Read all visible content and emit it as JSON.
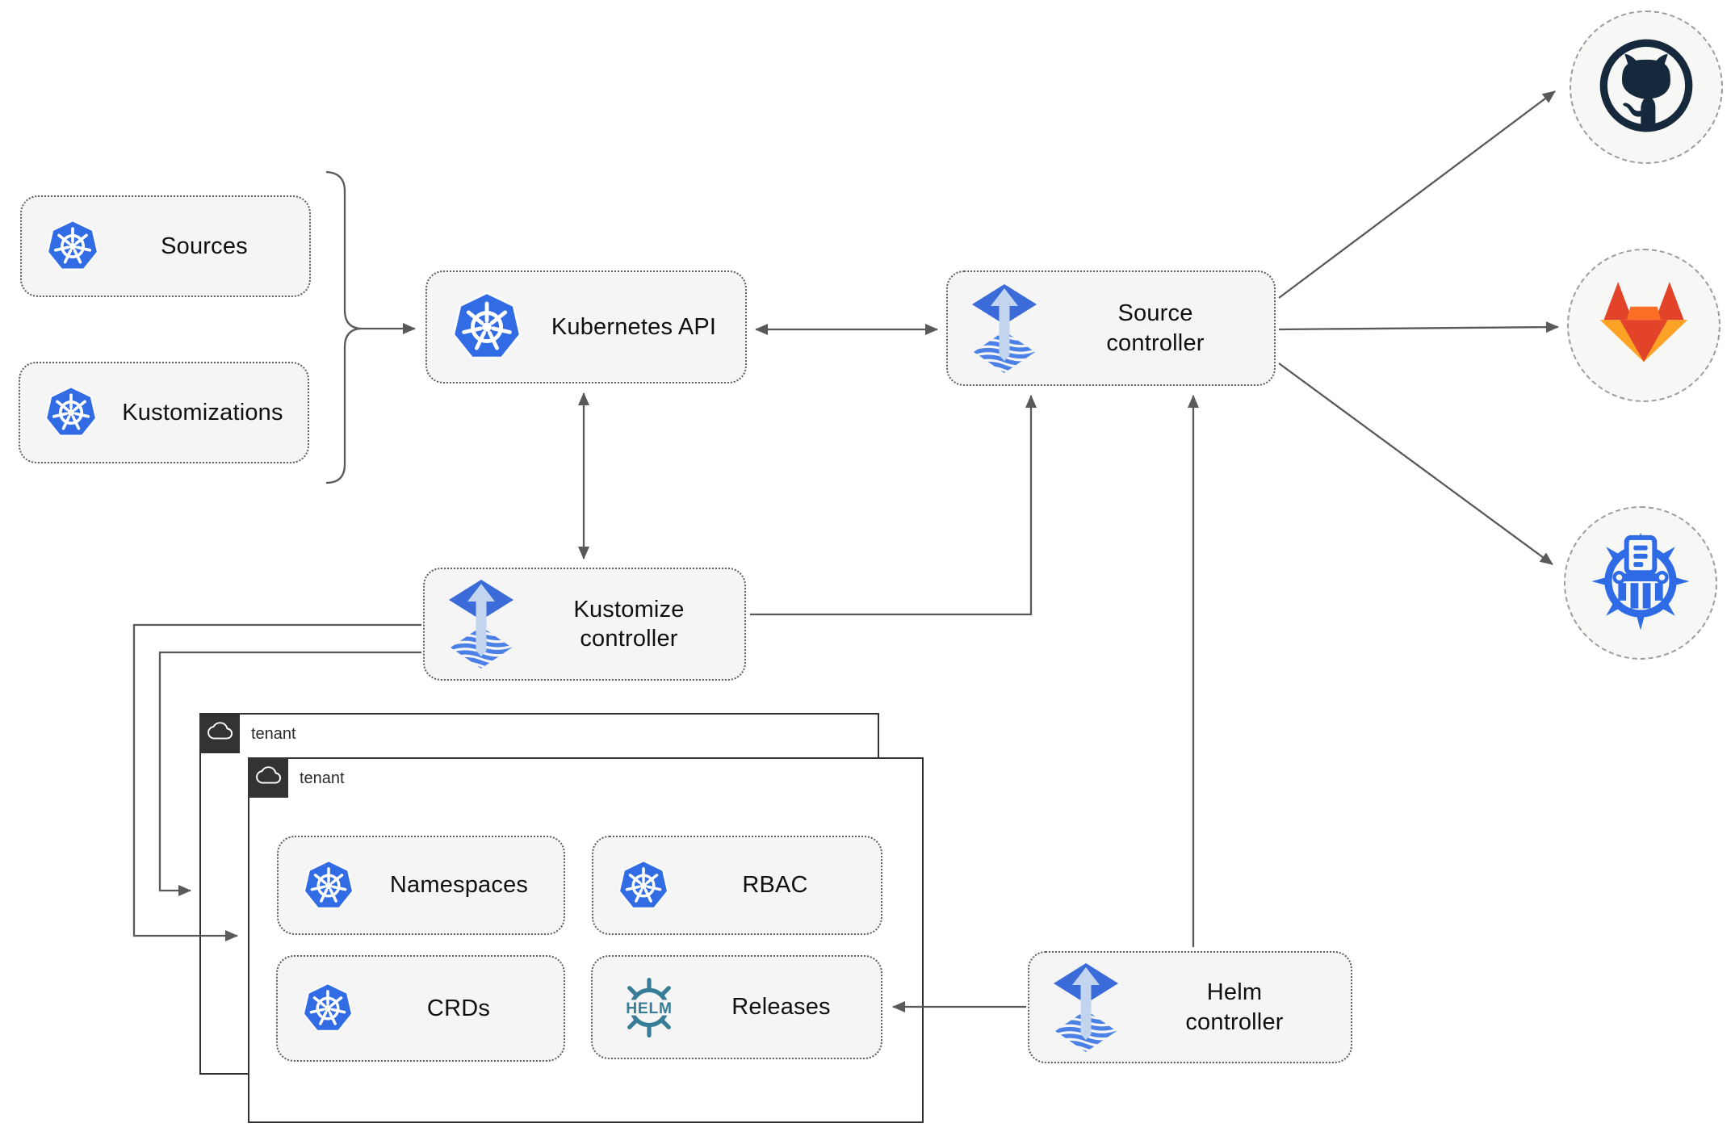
{
  "nodes": {
    "sources": {
      "label": "Sources",
      "icon": "kubernetes-icon"
    },
    "kustomizations": {
      "label": "Kustomizations",
      "icon": "kubernetes-icon"
    },
    "kubernetes_api": {
      "label": "Kubernetes API",
      "icon": "kubernetes-icon"
    },
    "source_controller": {
      "label": "Source controller",
      "icon": "flux-icon"
    },
    "kustomize_controller": {
      "label": "Kustomize controller",
      "icon": "flux-icon"
    },
    "helm_controller": {
      "label": "Helm controller",
      "icon": "flux-icon"
    },
    "namespaces": {
      "label": "Namespaces",
      "icon": "kubernetes-icon"
    },
    "rbac": {
      "label": "RBAC",
      "icon": "kubernetes-icon"
    },
    "crds": {
      "label": "CRDs",
      "icon": "kubernetes-icon"
    },
    "releases": {
      "label": "Releases",
      "icon": "helm-icon",
      "logo_text": "HELM"
    }
  },
  "groups": {
    "outer_tenant": {
      "label": "tenant",
      "icon": "cloud-icon"
    },
    "inner_tenant": {
      "label": "tenant",
      "icon": "cloud-icon"
    }
  },
  "remotes": {
    "github": {
      "icon": "github-icon"
    },
    "gitlab": {
      "icon": "gitlab-icon"
    },
    "helm_repository": {
      "icon": "chartmuseum-icon"
    }
  },
  "colors": {
    "node_fill": "#f5f5f5",
    "node_border": "#5e5e5e",
    "edge": "#595959",
    "tenant_border": "#2f3030",
    "tenant_tab": "#333333",
    "kubernetes_blue": "#326ce5",
    "flux_blue": "#3a6bd8",
    "flux_stripe_blue": "#4b80e6",
    "flux_arrow_light": "#c3d4ee",
    "helm_teal": "#377d97",
    "github_dark": "#16283c",
    "gitlab_red": "#e24329",
    "gitlab_orange": "#fc6d26",
    "gitlab_light_orange": "#fca326",
    "chartmuseum_blue": "#2e6be5",
    "remote_circle_fill": "#f7f8f5"
  }
}
